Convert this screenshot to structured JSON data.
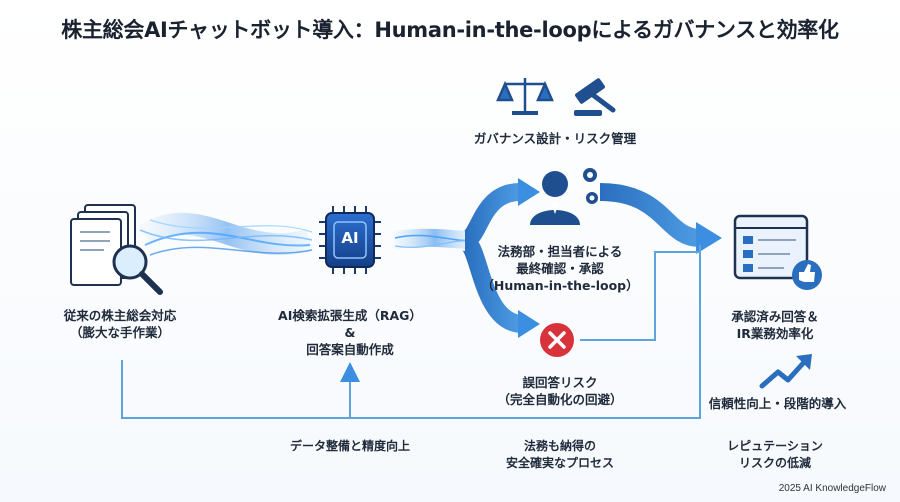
{
  "title": "株主総会AIチャットボット導入：Human-in-the-loopによるガバナンスと効率化",
  "governance_label": "ガバナンス設計・リスク管理",
  "traditional_label": "従来の株主総会対応\n（膨大な手作業）",
  "ai_chip_text": "AI",
  "ai_label": "AI検索拡張生成（RAG）\n&\n回答案自動作成",
  "legal_label": "法務部・担当者による\n最終確認・承認\n（Human-in-the-loop）",
  "error_label": "誤回答リスク\n（完全自動化の回避）",
  "approved_label": "承認済み回答＆\nIR業務効率化",
  "trust_label": "信頼性向上・段階的導入",
  "bottom_labels": {
    "data": "データ整備と精度向上",
    "safe": "法務も納得の\n安全確実なプロセス",
    "reputation": "レピュテーション\nリスクの低減"
  },
  "footer": "2025 AI KnowledgeFlow",
  "colors": {
    "primary": "#1f5fae",
    "light": "#3f8fe0",
    "arrow": "#5fa3dc",
    "danger": "#d8323a"
  }
}
